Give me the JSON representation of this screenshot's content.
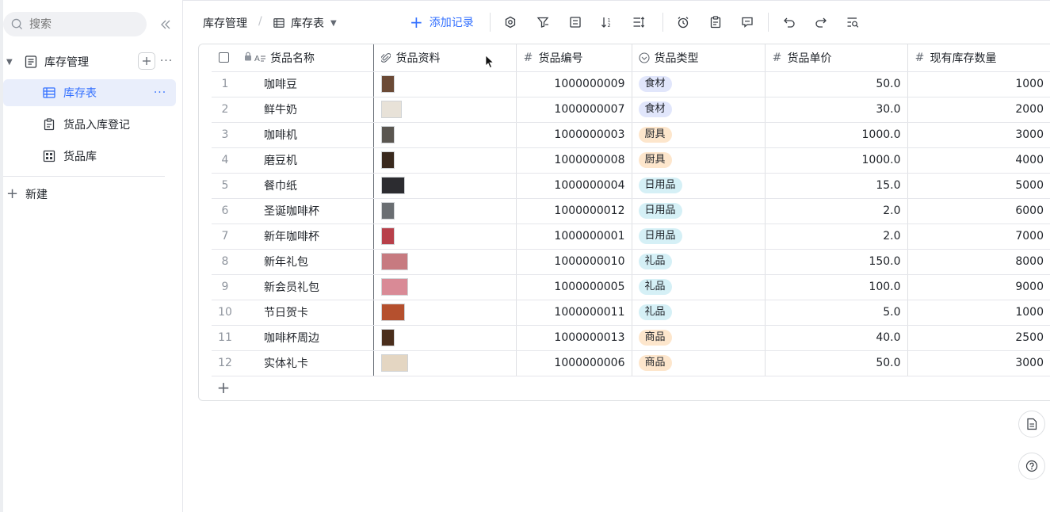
{
  "sidebar": {
    "search_placeholder": "搜索",
    "root_label": "库存管理",
    "items": [
      {
        "label": "库存表",
        "active": true
      },
      {
        "label": "货品入库登记",
        "active": false
      },
      {
        "label": "货品库",
        "active": false
      }
    ],
    "new_label": "新建"
  },
  "breadcrumb": {
    "root": "库存管理",
    "separator": "/",
    "view": "库存表"
  },
  "toolbar": {
    "add_record": "添加记录"
  },
  "table": {
    "columns": [
      "货品名称",
      "货品资料",
      "货品编号",
      "货品类型",
      "货品单价",
      "现有库存数量"
    ],
    "rows": [
      {
        "idx": "1",
        "name": "咖啡豆",
        "code": "1000000009",
        "type": "食材",
        "price": "50.0",
        "stock": "1000",
        "thumb": "#6b4a36"
      },
      {
        "idx": "2",
        "name": "鲜牛奶",
        "code": "1000000007",
        "type": "食材",
        "price": "30.0",
        "stock": "2000",
        "thumb": "#e8e2d8"
      },
      {
        "idx": "3",
        "name": "咖啡机",
        "code": "1000000003",
        "type": "厨具",
        "price": "1000.0",
        "stock": "3000",
        "thumb": "#5a5650"
      },
      {
        "idx": "4",
        "name": "磨豆机",
        "code": "1000000008",
        "type": "厨具",
        "price": "1000.0",
        "stock": "4000",
        "thumb": "#3a2a1e"
      },
      {
        "idx": "5",
        "name": "餐巾纸",
        "code": "1000000004",
        "type": "日用品",
        "price": "15.0",
        "stock": "5000",
        "thumb": "#2c2c30"
      },
      {
        "idx": "6",
        "name": "圣诞咖啡杯",
        "code": "1000000012",
        "type": "日用品",
        "price": "2.0",
        "stock": "6000",
        "thumb": "#6a6e72"
      },
      {
        "idx": "7",
        "name": "新年咖啡杯",
        "code": "1000000001",
        "type": "日用品",
        "price": "2.0",
        "stock": "7000",
        "thumb": "#b8404a"
      },
      {
        "idx": "8",
        "name": "新年礼包",
        "code": "1000000010",
        "type": "礼品",
        "price": "150.0",
        "stock": "8000",
        "thumb": "#c77a80"
      },
      {
        "idx": "9",
        "name": "新会员礼包",
        "code": "1000000005",
        "type": "礼品",
        "price": "100.0",
        "stock": "9000",
        "thumb": "#d98a96"
      },
      {
        "idx": "10",
        "name": "节日贺卡",
        "code": "1000000011",
        "type": "礼品",
        "price": "5.0",
        "stock": "1000",
        "thumb": "#b5502e"
      },
      {
        "idx": "11",
        "name": "咖啡杯周边",
        "code": "1000000013",
        "type": "商品",
        "price": "40.0",
        "stock": "2500",
        "thumb": "#4a2e1c"
      },
      {
        "idx": "12",
        "name": "实体礼卡",
        "code": "1000000006",
        "type": "商品",
        "price": "50.0",
        "stock": "3000",
        "thumb": "#e4d6c2"
      }
    ]
  },
  "tag_colors": {
    "食材": {
      "bg": "#e1e6fb",
      "fg": "#1f2329"
    },
    "厨具": {
      "bg": "#fde6cc",
      "fg": "#1f2329"
    },
    "日用品": {
      "bg": "#d5f0f6",
      "fg": "#1f2329"
    },
    "礼品": {
      "bg": "#d5f0f6",
      "fg": "#1f2329"
    },
    "商品": {
      "bg": "#fde6cc",
      "fg": "#1f2329"
    }
  },
  "colors": {
    "accent": "#3370ff",
    "active_bg": "#e9eefb"
  }
}
